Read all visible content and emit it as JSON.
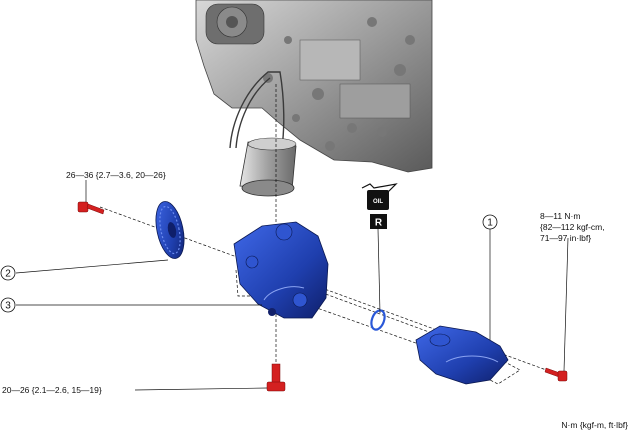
{
  "torque_labels": {
    "bolt_top_left": "26—36 {2.7—3.6, 20—26}",
    "bolt_bottom": "20—26 {2.1—2.6, 15—19}",
    "bolt_right_line1": "8—11 N·m",
    "bolt_right_line2": "{82—112 kgf-cm,",
    "bolt_right_line3": "71—97 in·lbf}"
  },
  "callouts": {
    "one": "1",
    "two": "2",
    "three": "3"
  },
  "icons": {
    "oil_can_text": "OIL",
    "replace_badge": "R"
  },
  "units_note": "N·m {kgf-m, ft·lbf}",
  "colors": {
    "part_blue": "#1f3fae",
    "bolt_red": "#d42020",
    "ring_blue": "#2a58d8"
  }
}
